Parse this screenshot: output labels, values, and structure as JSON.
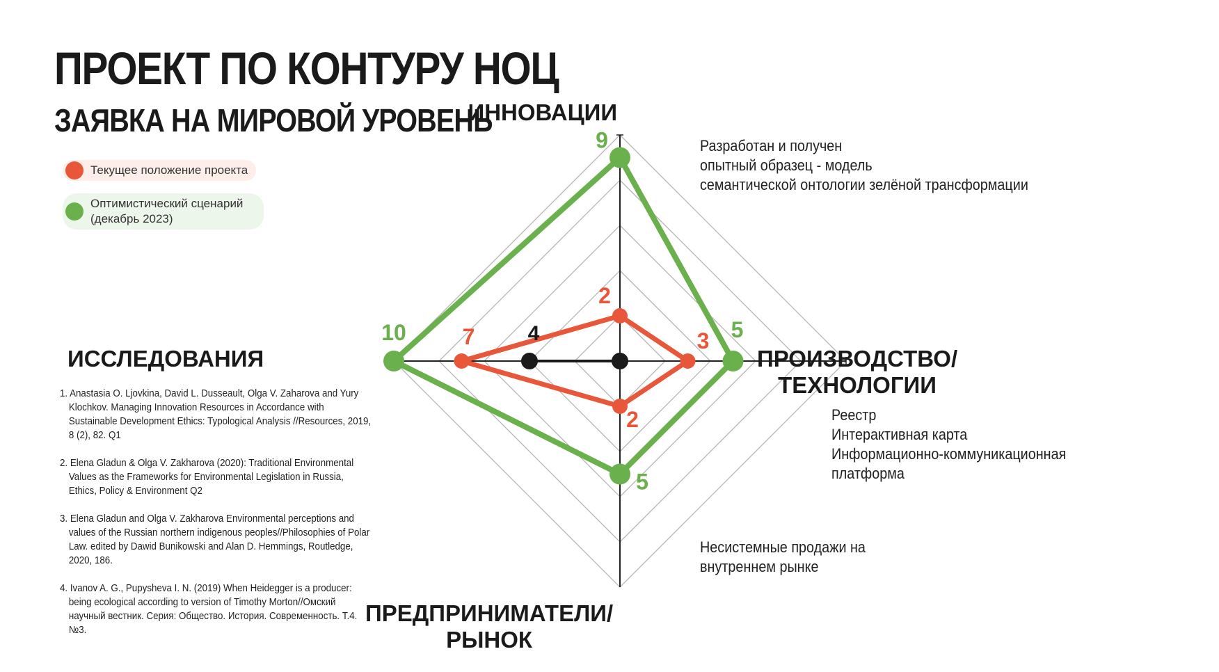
{
  "header": {
    "title": "ПРОЕКТ ПО КОНТУРУ НОЦ",
    "subtitle": "ЗАЯВКА НА МИРОВОЙ УРОВЕНЬ"
  },
  "legend": {
    "current": "Текущее положение проекта",
    "optimistic": "Оптимистический сценарий\n(декабрь 2023)"
  },
  "notes": {
    "innovation": "Разработан и получен\nопытный образец - модель\nсемантической онтологии зелёной трансформации",
    "production": "Реестр\nИнтерактивная карта\nИнформационно-коммуникационная\nплатформа",
    "market": "Несистемные продажи на\nвнутреннем рынке"
  },
  "references": [
    "1. Anastasia O. Ljovkina, David L. Dusseault, Olga V. Zaharova and Yury Klochkov. Managing Innovation Resources in Accordance with Sustainable Development Ethics: Typological Analysis //Resources, 2019, 8 (2), 82. Q1",
    "2. Elena Gladun & Olga V. Zakharova (2020): Traditional Environmental Values as the Frameworks for Environmental Legislation in Russia, Ethics, Policy & Environment Q2",
    "3. Elena Gladun and Olga V. Zakharova Environmental perceptions and values of the Russian northern indigenous peoples//Philosophies of Polar Law. edited by Dawid Bunikowski and Alan D. Hemmings, Routledge, 2020, 186.",
    "4. Ivanov A. G., Pupysheva I. N. (2019) When Heidegger is a producer: being ecological according to version of Timothy Morton//Омский научный вестник. Серия: Общество. История. Современность. Т.4. №3."
  ],
  "colors": {
    "current": "#e8573a",
    "optimistic": "#6ab04c",
    "baseline": "#1a1a1a",
    "grid": "#b5b5b5"
  },
  "chart_data": {
    "type": "radar",
    "axes": [
      "ИННОВАЦИИ",
      "ПРОИЗВОДСТВО/\nТЕХНОЛОГИИ",
      "ПРЕДПРИНИМАТЕЛИ/\nРЫНОК",
      "ИССЛЕДОВАНИЯ"
    ],
    "range": [
      0,
      10
    ],
    "rings": 5,
    "series": [
      {
        "name": "Текущее положение проекта",
        "values": [
          2,
          3,
          2,
          7
        ],
        "labels": [
          "2",
          "3",
          "2",
          "7"
        ]
      },
      {
        "name": "Оптимистический сценарий\n(декабрь 2023)",
        "values": [
          9,
          5,
          5,
          10
        ],
        "labels": [
          "9",
          "5",
          "5",
          "10"
        ]
      }
    ],
    "baseline": {
      "axis": "ИССЛЕДОВАНИЯ",
      "value": 4,
      "label": "4"
    }
  }
}
